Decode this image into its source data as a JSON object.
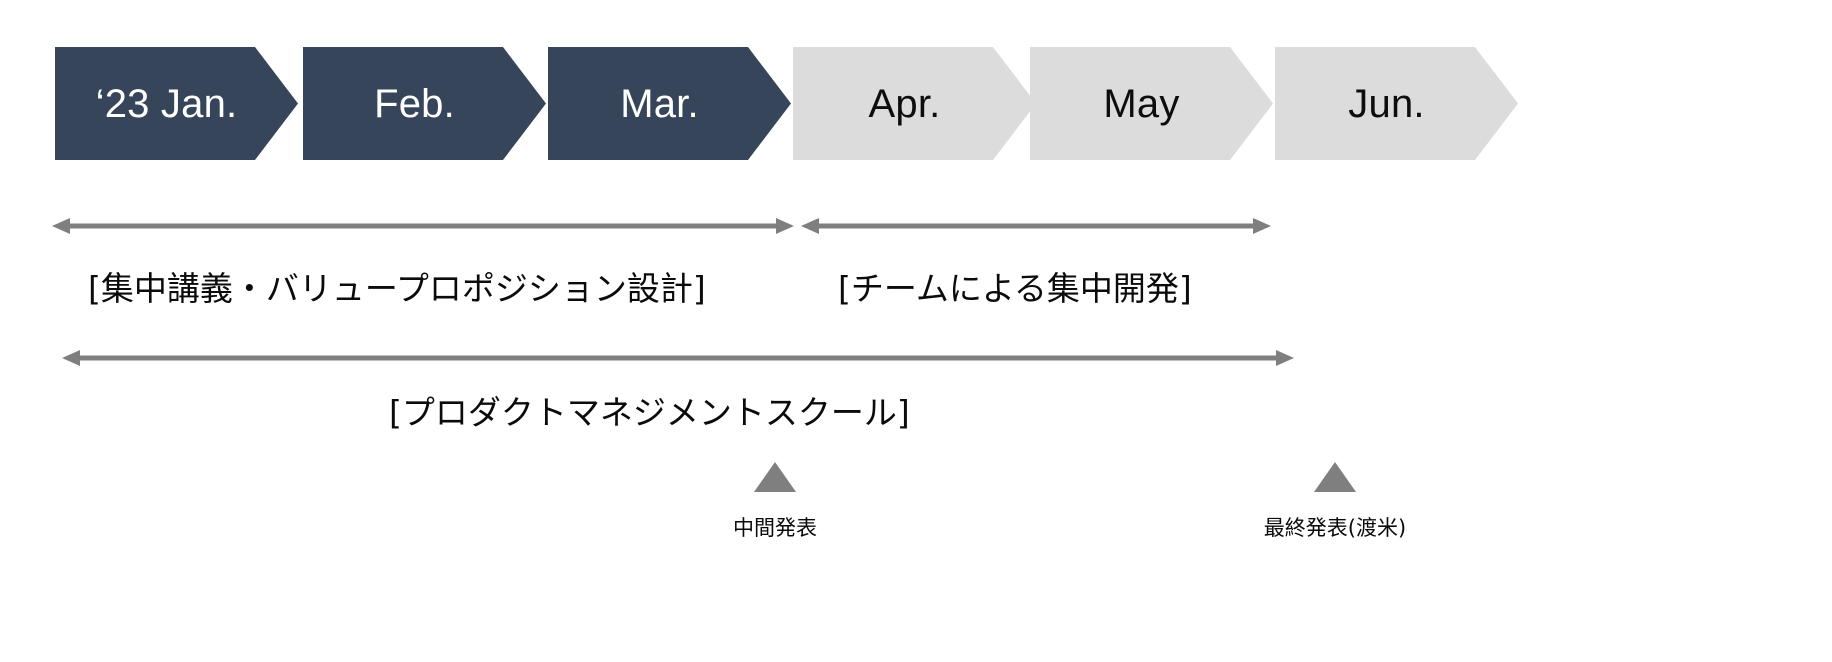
{
  "timeline": {
    "accent_dark": "#36455a",
    "accent_light": "#dcdcdc",
    "arrow_color": "#7f7f7f",
    "text_dark": "#0b0b0b",
    "text_light": "#ffffff",
    "months": [
      {
        "label": "‘23 Jan.",
        "state": "active"
      },
      {
        "label": "Feb.",
        "state": "active"
      },
      {
        "label": "Mar.",
        "state": "active"
      },
      {
        "label": "Apr.",
        "state": "upcoming"
      },
      {
        "label": "May",
        "state": "upcoming"
      },
      {
        "label": "Jun.",
        "state": "upcoming"
      }
    ],
    "phases": [
      {
        "caption": "[集中講義・バリュープロポジション設計]",
        "span_months": "'23 Jan. - Mar."
      },
      {
        "caption": "[チームによる集中開発]",
        "span_months": "Apr. - Jun."
      }
    ],
    "program": {
      "caption": "[プロダクトマネジメントスクール]",
      "span_months": "'23 Jan. - Jun."
    },
    "milestones": [
      {
        "label": "中間発表"
      },
      {
        "label": "最終発表(渡米)"
      }
    ]
  }
}
